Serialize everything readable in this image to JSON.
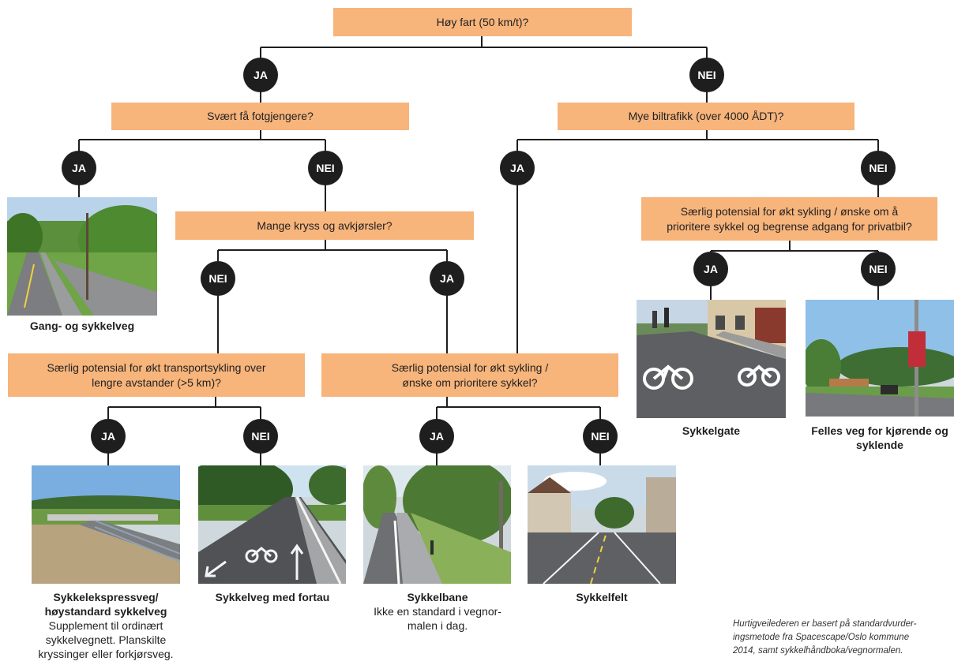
{
  "questions": {
    "q1": "Høy fart (50 km/t)?",
    "q2": "Svært få fotgjengere?",
    "q3": "Mye biltrafikk (over 4000 ÅDT)?",
    "q4": "Mange kryss og avkjørsler?",
    "q5_line1": "Særlig potensial for økt sykling / ønske om å",
    "q5_line2": "prioritere sykkel og begrense adgang for privatbil?",
    "q6_line1": "Særlig potensial for økt transportsykling over",
    "q6_line2": "lengre avstander (>5 km)?",
    "q7_line1": "Særlig potensial for økt sykling /",
    "q7_line2": "ønske om prioritere sykkel?"
  },
  "answers": {
    "yes": "JA",
    "no": "NEI"
  },
  "outcomes": {
    "gang": "Gang- og sykkelveg",
    "sykkelgate": "Sykkelgate",
    "felles_line1": "Felles veg for kjørende og",
    "felles_line2": "syklende",
    "ekspress_line1": "Sykkelekspressveg/",
    "ekspress_line2": "høystandard sykkelveg",
    "ekspress_desc1": "Supplement til ordinært",
    "ekspress_desc2": "sykkelvegnett. Planskilte",
    "ekspress_desc3": "kryssinger eller forkjørsveg.",
    "fortau": "Sykkelveg med fortau",
    "bane": "Sykkelbane",
    "bane_desc1": "Ikke en standard i vegnor-",
    "bane_desc2": "malen i dag.",
    "felt": "Sykkelfelt"
  },
  "footnote": {
    "line1": "Hurtigveilederen er basert på standardvurder-",
    "line2": "ingsmetode fra Spacescape/Oslo kommune",
    "line3": "2014, samt sykkelhåndboka/vegnormalen."
  },
  "colors": {
    "question_fill": "#f7b47b",
    "node_fill": "#1e1e1e",
    "line": "#1e1e1e"
  }
}
